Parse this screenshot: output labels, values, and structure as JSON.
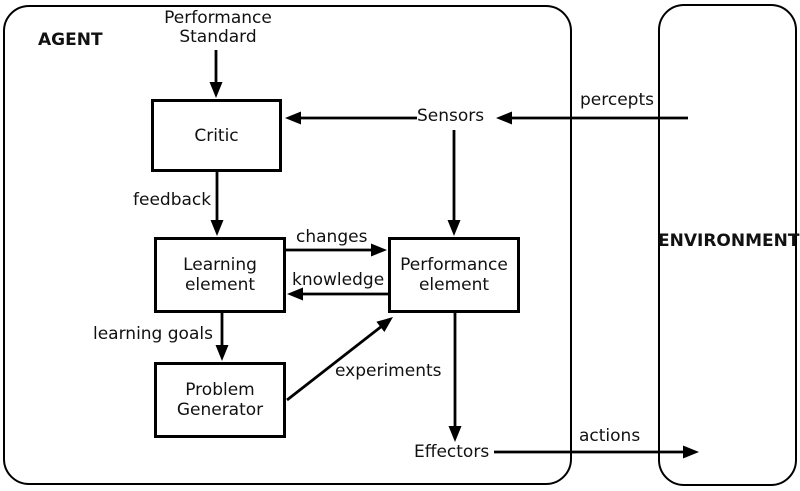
{
  "diagram": {
    "type": "learning-agent-architecture",
    "frames": {
      "agent": {
        "label": "AGENT"
      },
      "environment": {
        "label": "ENVIRONMENT"
      }
    },
    "boxes": {
      "critic": {
        "label": "Critic"
      },
      "learning_element": {
        "line1": "Learning",
        "line2": "element"
      },
      "performance_element": {
        "line1": "Performance",
        "line2": "element"
      },
      "problem_generator": {
        "line1": "Problem",
        "line2": "Generator"
      }
    },
    "io_labels": {
      "performance_standard_line1": "Performance",
      "performance_standard_line2": "Standard",
      "sensors": "Sensors",
      "effectors": "Effectors"
    },
    "edge_labels": {
      "percepts": "percepts",
      "actions": "actions",
      "feedback": "feedback",
      "changes": "changes",
      "knowledge": "knowledge",
      "learning_goals": "learning goals",
      "experiments": "experiments"
    },
    "colors": {
      "line": "#000000",
      "background": "#ffffff",
      "box_fill": "#ffffff"
    }
  }
}
